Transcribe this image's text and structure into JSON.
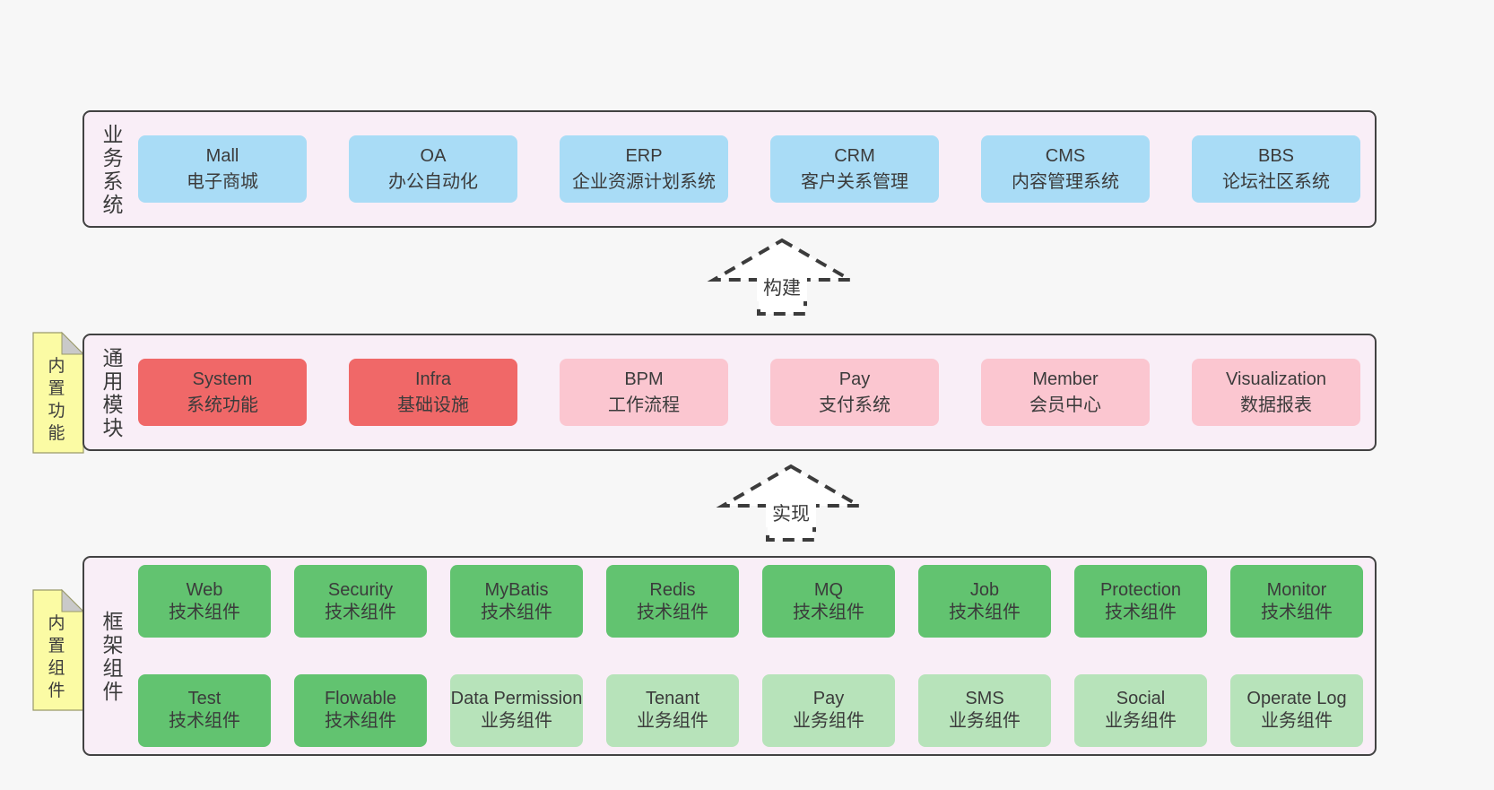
{
  "colors": {
    "page_bg": "#f7f7f7",
    "panel_bg": "#f9eef7",
    "panel_border": "#424242",
    "blue": "#a9dcf6",
    "red": "#f06868",
    "pink": "#fbc6d0",
    "green": "#62c370",
    "light_green": "#b7e3ba",
    "note_bg": "#fbfba4",
    "note_fold": "#c9c9c9",
    "note_border": "#9a9a6a",
    "arrow_stroke": "#3c3c3c",
    "text": "#3b3b3b"
  },
  "sections": [
    {
      "label": "业务系统",
      "boxes": [
        {
          "en": "Mall",
          "zh": "电子商城",
          "color": "blue"
        },
        {
          "en": "OA",
          "zh": "办公自动化",
          "color": "blue"
        },
        {
          "en": "ERP",
          "zh": "企业资源计划系统",
          "color": "blue"
        },
        {
          "en": "CRM",
          "zh": "客户关系管理",
          "color": "blue"
        },
        {
          "en": "CMS",
          "zh": "内容管理系统",
          "color": "blue"
        },
        {
          "en": "BBS",
          "zh": "论坛社区系统",
          "color": "blue"
        }
      ]
    },
    {
      "label": "通用模块",
      "note": "内置功能",
      "boxes": [
        {
          "en": "System",
          "zh": "系统功能",
          "color": "red"
        },
        {
          "en": "Infra",
          "zh": "基础设施",
          "color": "red"
        },
        {
          "en": "BPM",
          "zh": "工作流程",
          "color": "pink"
        },
        {
          "en": "Pay",
          "zh": "支付系统",
          "color": "pink"
        },
        {
          "en": "Member",
          "zh": "会员中心",
          "color": "pink"
        },
        {
          "en": "Visualization",
          "zh": "数据报表",
          "color": "pink"
        }
      ]
    },
    {
      "label": "框架组件",
      "note": "内置组件",
      "rows": [
        [
          {
            "en": "Web",
            "zh": "技术组件",
            "color": "green"
          },
          {
            "en": "Security",
            "zh": "技术组件",
            "color": "green"
          },
          {
            "en": "MyBatis",
            "zh": "技术组件",
            "color": "green"
          },
          {
            "en": "Redis",
            "zh": "技术组件",
            "color": "green"
          },
          {
            "en": "MQ",
            "zh": "技术组件",
            "color": "green"
          },
          {
            "en": "Job",
            "zh": "技术组件",
            "color": "green"
          },
          {
            "en": "Protection",
            "zh": "技术组件",
            "color": "green"
          },
          {
            "en": "Monitor",
            "zh": "技术组件",
            "color": "green"
          }
        ],
        [
          {
            "en": "Test",
            "zh": "技术组件",
            "color": "green"
          },
          {
            "en": "Flowable",
            "zh": "技术组件",
            "color": "green"
          },
          {
            "en": "Data Permission",
            "zh": "业务组件",
            "color": "light_green"
          },
          {
            "en": "Tenant",
            "zh": "业务组件",
            "color": "light_green"
          },
          {
            "en": "Pay",
            "zh": "业务组件",
            "color": "light_green"
          },
          {
            "en": "SMS",
            "zh": "业务组件",
            "color": "light_green"
          },
          {
            "en": "Social",
            "zh": "业务组件",
            "color": "light_green"
          },
          {
            "en": "Operate Log",
            "zh": "业务组件",
            "color": "light_green"
          }
        ]
      ]
    }
  ],
  "arrows": [
    {
      "label": "构建"
    },
    {
      "label": "实现"
    }
  ]
}
